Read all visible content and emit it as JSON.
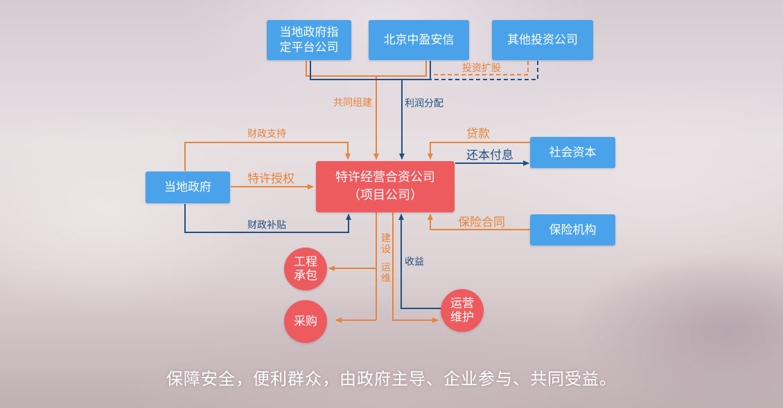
{
  "nodes": {
    "local_platform": "当地政府指定平台公司",
    "beijing": "北京中盈安信",
    "other_invest": "其他投资公司",
    "local_gov": "当地政府",
    "project_company": "特许经营合资公司（项目公司）",
    "social_capital": "社会资本",
    "insurance": "保险机构",
    "engineering": "工程承包",
    "procurement": "采购",
    "operation": "运营维护"
  },
  "labels": {
    "invest_expand": "投资扩股",
    "co_build": "共同组建",
    "profit_dist": "利润分配",
    "fiscal_support": "财政支持",
    "franchise_auth": "特许授权",
    "fiscal_subsidy": "财政补贴",
    "loan": "贷款",
    "repay": "还本付息",
    "insurance_contract": "保险合同",
    "build": "建设",
    "operate": "运维",
    "revenue": "收益"
  },
  "colors": {
    "blue_box": "#4aa3ea",
    "red_box": "#ee5b5f",
    "orange_line": "#e7833a",
    "blue_line": "#1f4f86"
  },
  "slogan": "保障安全，便利群众，由政府主导、企业参与、共同受益。"
}
